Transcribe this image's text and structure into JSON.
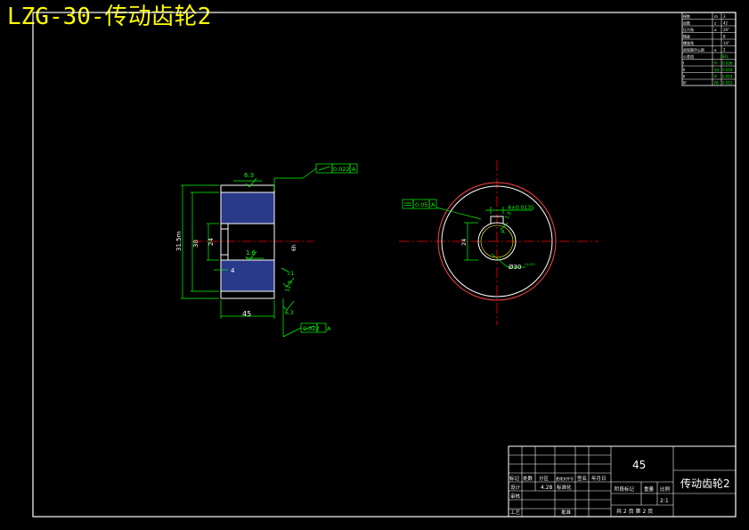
{
  "title": "LZG-30-传动齿轮2",
  "colors": {
    "background": "#000000",
    "frame": "#ffffff",
    "dimension": "#00ff00",
    "title": "#ffff00",
    "centerline": "#ff0000",
    "section": "#2a3a8a"
  },
  "side_view": {
    "roughness_top": "6.3",
    "roughness_bore": "1.6",
    "roughness_face": "12.5",
    "roughness_bottom": "6.3",
    "dim_outer": "31.5m",
    "dim_inner": "30",
    "dim_bore": "24",
    "dim_step": "4",
    "dim_width": "45",
    "dim_chamfer": "c1",
    "dim_hub": "6h",
    "tol_top": "0.022",
    "tol_top_datum": "A",
    "tol_bottom": "0.022",
    "tol_bottom_datum": "A"
  },
  "front_view": {
    "tol_value": "0.05",
    "tol_datum": "A",
    "keyway": "4±0.0135",
    "keyway_depth": "1.5",
    "keyway_r": "R",
    "bore_dim": "24",
    "bore_label": "Ø30",
    "bore_deviation": "+0.021"
  },
  "title_block": {
    "material": "45",
    "part_name": "传动齿轮2",
    "headers": [
      "标记",
      "处数",
      "分区",
      "更改文件号",
      "签名",
      "年月日"
    ],
    "row_design": [
      "设计",
      "4.28",
      "标准化"
    ],
    "row_check": "审核",
    "row_process": "工艺",
    "row_approve": "批准",
    "stage_label": "阶段标记",
    "weight_label": "重量",
    "scale_label": "比例",
    "scale_value": "2:1",
    "sheets": "共 2 页 第 2 页"
  },
  "param_table": {
    "rows": [
      [
        "模数",
        "m",
        "3"
      ],
      [
        "齿数",
        "z",
        "42"
      ],
      [
        "压力角",
        "α",
        "20°"
      ],
      [
        "精度",
        "",
        "8"
      ],
      [
        "螺旋角",
        "",
        "14°"
      ],
      [
        "齿轮副中心距",
        "a",
        "2"
      ],
      [
        "公差组",
        "",
        "8FL"
      ],
      [
        "I",
        "Fr",
        "0.036"
      ],
      [
        "II",
        "fpt",
        "0.018"
      ],
      [
        "II",
        "ff",
        "0.014"
      ],
      [
        "III",
        "Fβ",
        "0.012"
      ]
    ]
  }
}
